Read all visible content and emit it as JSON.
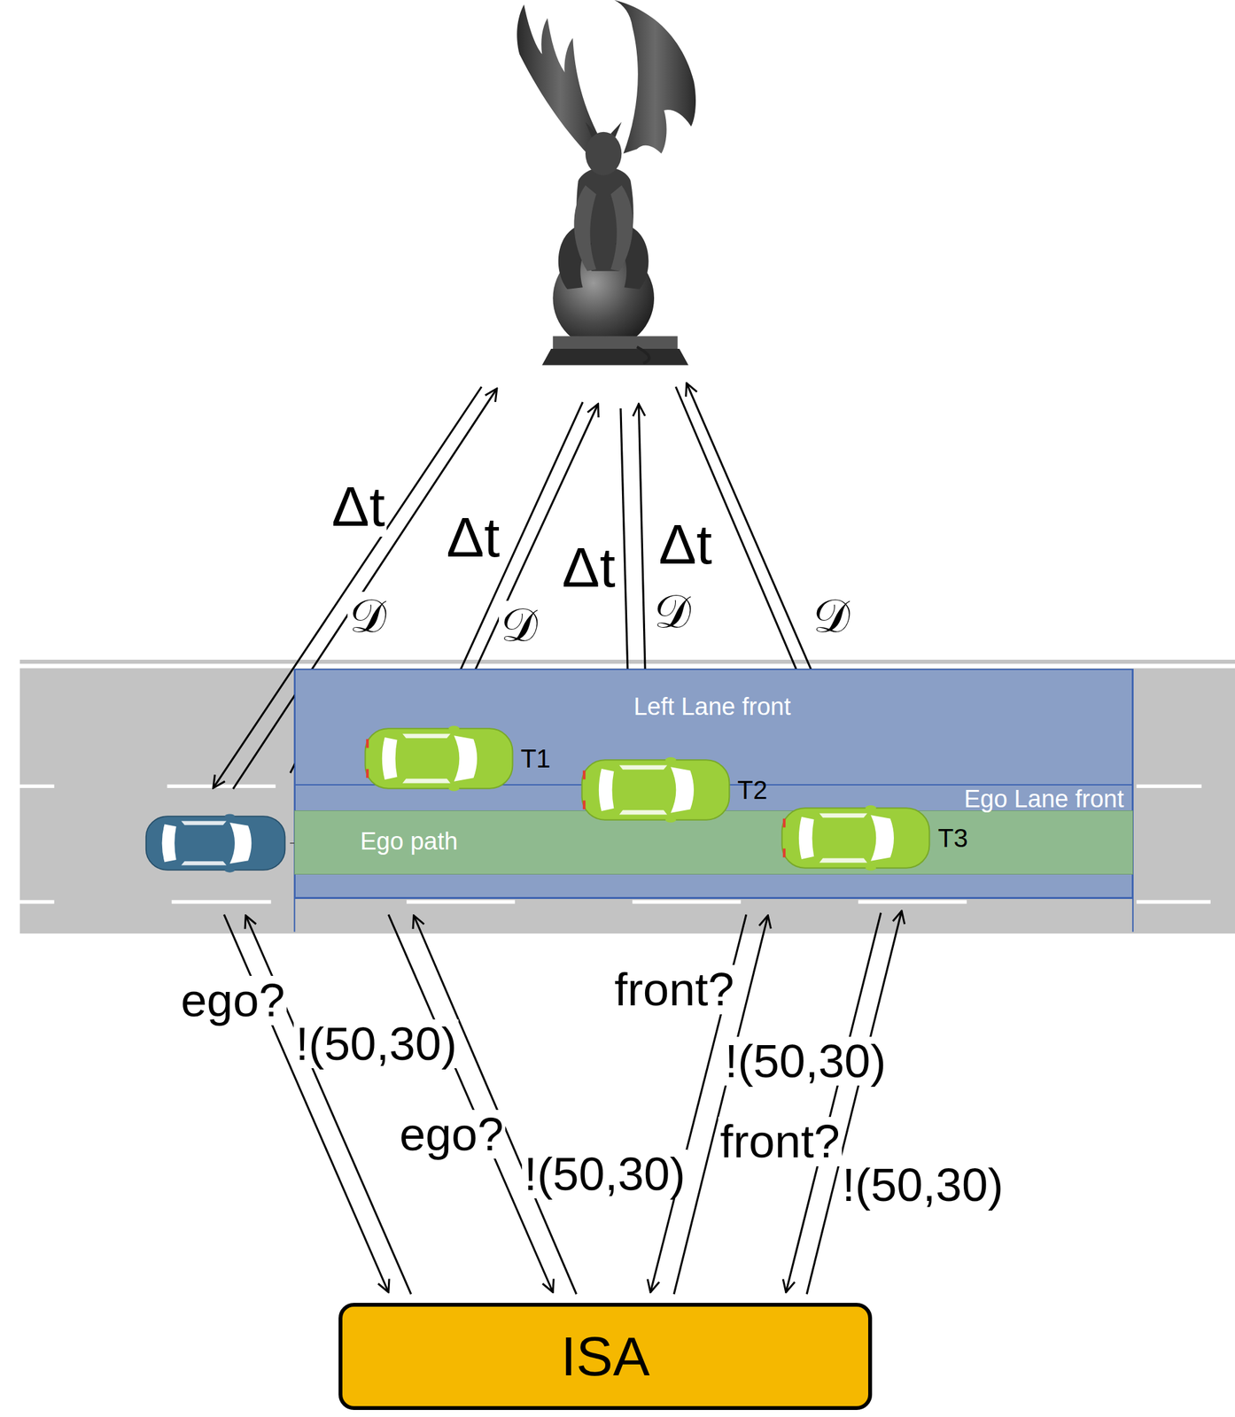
{
  "diagram": {
    "nodes": [
      {
        "text": [
          "Left Lane front"
        ]
      },
      {
        "text": [
          "Ego Lane front"
        ],
        "in": 0
      },
      {
        "text": [
          "Ego path"
        ],
        "in": 1
      },
      {
        "text": [
          "T1"
        ],
        "in": 0
      },
      {
        "text": [
          "T2"
        ],
        "in": 0
      },
      {
        "text": [
          "T3"
        ],
        "in": 1
      },
      {
        "text": [
          "ISA"
        ]
      }
    ],
    "labels": [
      "Δt",
      "𝒟",
      "Δt",
      "𝒟",
      "Δt",
      "Δt",
      "𝒟",
      "𝒟",
      "ego?",
      "!(50,30)",
      "front?",
      "!(50,30)",
      "ego?",
      "!(50,30)",
      "front?",
      "!(50,30)"
    ]
  }
}
